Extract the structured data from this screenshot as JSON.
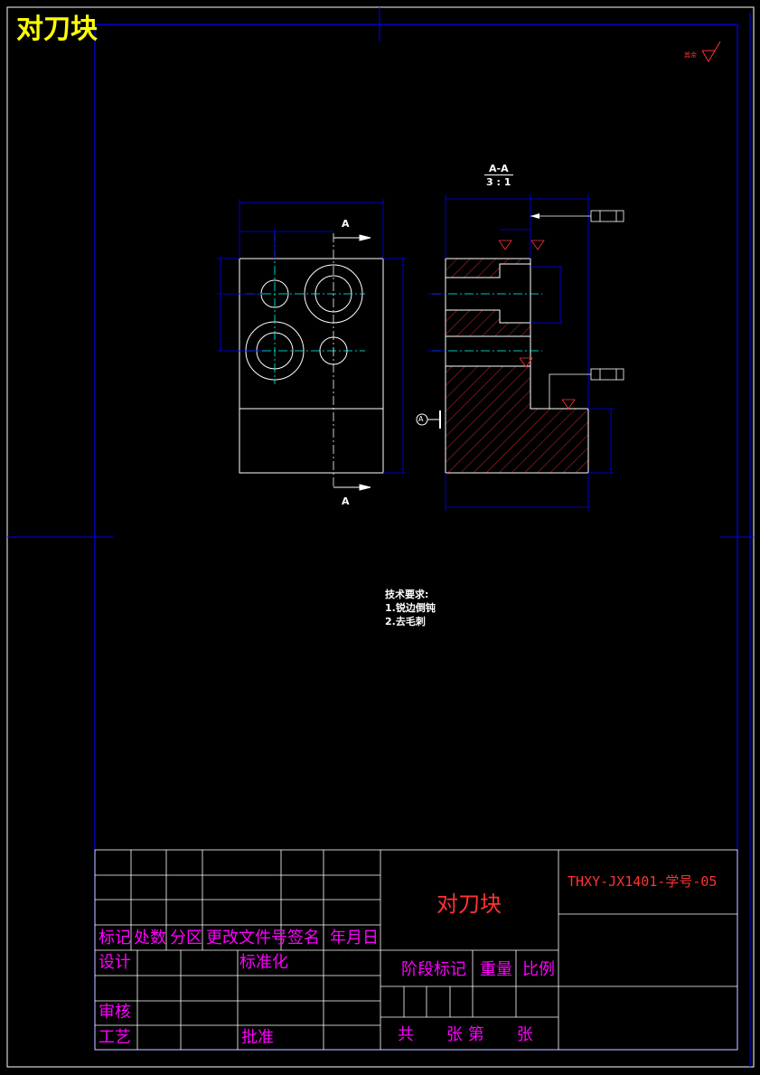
{
  "drawing_title": "对刀块",
  "rough_symbol_text": "其余",
  "section_view": {
    "name": "A-A",
    "scale": "3 : 1"
  },
  "section_marker": "A",
  "datum_label": "A",
  "tech_requirements": {
    "heading": "技术要求:",
    "items": [
      "1.锐边倒钝",
      "2.去毛刺"
    ]
  },
  "title_block": {
    "part_name": "对刀块",
    "drawing_number": "THXY-JX1401-学号-05",
    "headers": [
      "标记",
      "处数",
      "分区",
      "更改文件号",
      "签名",
      "年月日"
    ],
    "design": "设计",
    "standardize": "标准化",
    "review": "审核",
    "process": "工艺",
    "approve": "批准",
    "stage_mark": "阶段标记",
    "weight": "重量",
    "scale": "比例",
    "sheets": "共　　张 第　　张"
  },
  "colors": {
    "frame": "#0000ff",
    "outline": "#ffffff",
    "dimension": "#ff3333",
    "centerline": "#00ffff",
    "title_block_text": "#ff00ff",
    "drawing_title": "#ffff00"
  }
}
